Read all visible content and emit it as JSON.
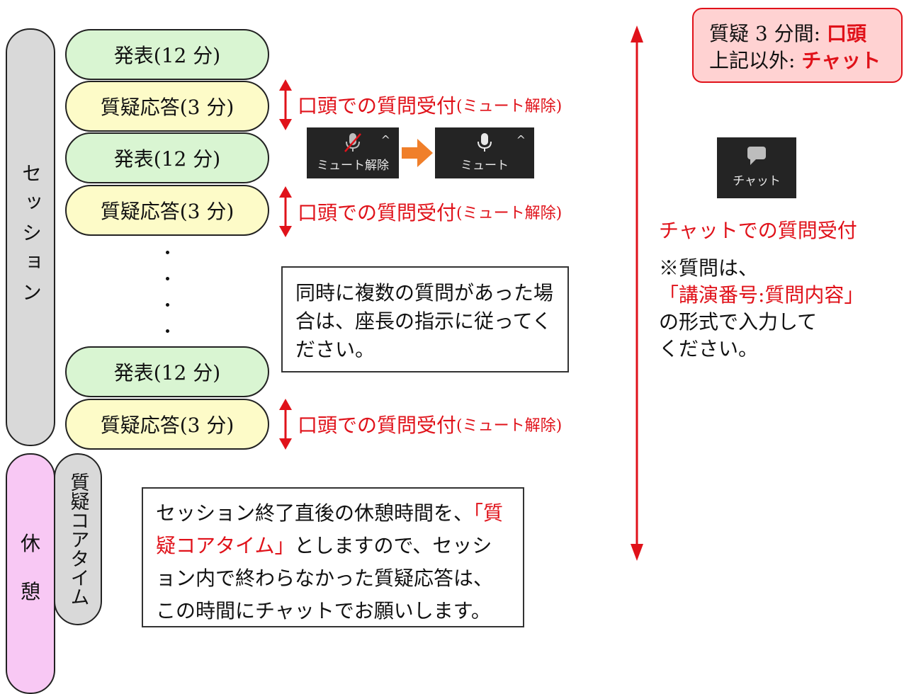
{
  "session": {
    "label": "セッション",
    "slots": [
      {
        "kind": "talk",
        "label": "発表(12 分)"
      },
      {
        "kind": "qa",
        "label": "質疑応答(3 分)"
      },
      {
        "kind": "talk",
        "label": "発表(12 分)"
      },
      {
        "kind": "qa",
        "label": "質疑応答(3 分)"
      },
      {
        "kind": "talk",
        "label": "発表(12 分)"
      },
      {
        "kind": "qa",
        "label": "質疑応答(3 分)"
      }
    ],
    "verbal_q_main": "口頭での質問受付",
    "verbal_q_sub": "(ミュート解除)"
  },
  "zoom": {
    "unmute_label": "ミュート解除",
    "mute_label": "ミュート",
    "chat_label": "チャット",
    "caret": "^"
  },
  "multi_note": "同時に複数の質問があった場合は、座長の指示に従ってください。",
  "break_section": {
    "label_1": "休",
    "label_2": "憩",
    "core_time": "質疑コアタイム",
    "note_part1": "セッション終了直後の休憩時間を、",
    "note_part2": "「質疑コアタイム」",
    "note_part3": "としますので、セッション内で終わらなかった質疑応答は、この時間にチャットでお願いします。"
  },
  "legend": {
    "line1_prefix": "質疑 3 分間:",
    "line1_value": "口頭",
    "line2_prefix": "上記以外:",
    "line2_value": "チャット"
  },
  "chat_info": {
    "title": "チャットでの質問受付",
    "line1": "※質問は、",
    "line2": "「講演番号:質問内容」",
    "line3": "の形式で入力して",
    "line4": "ください。"
  },
  "colors": {
    "talk_fill": "#d9f5d2",
    "qa_fill": "#fdfbc8",
    "session_fill": "#d9d9d9",
    "break_fill": "#f8c8f4",
    "accent_red": "#e0121a",
    "arrow_orange": "#f07f2a",
    "legend_fill": "#ffd2d2"
  }
}
